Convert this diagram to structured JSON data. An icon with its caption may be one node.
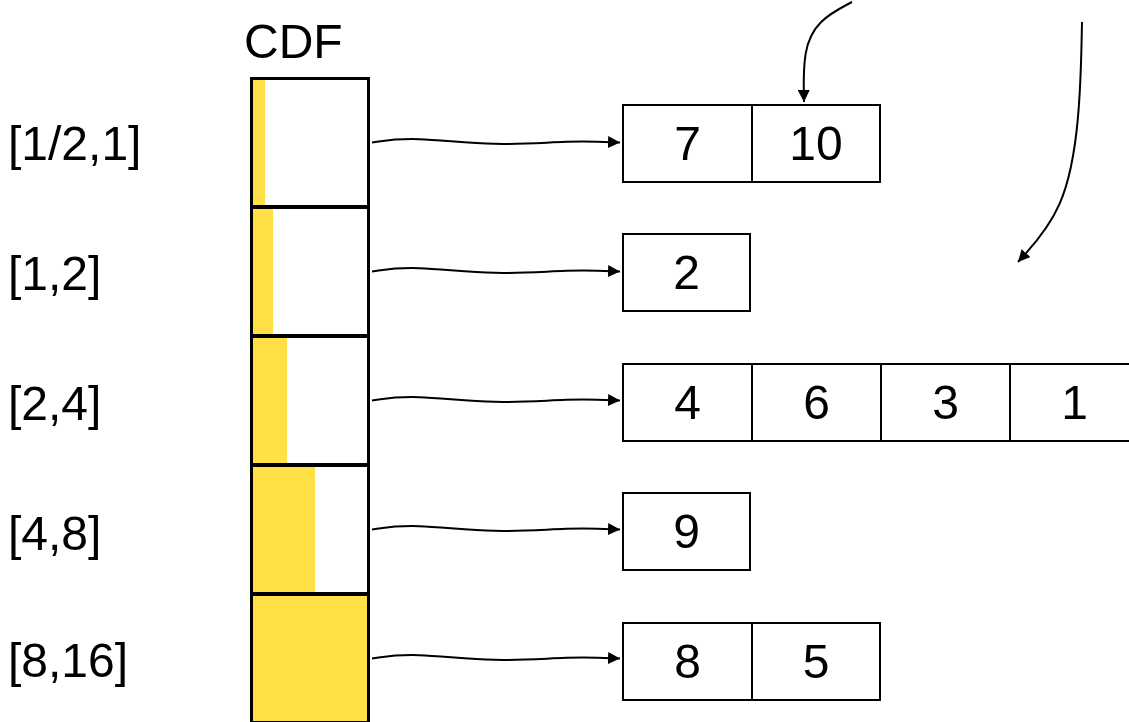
{
  "diagram": {
    "nodes": [
      {
        "text": [],
        "shape": "box"
      },
      {
        "text": [],
        "shape": "box"
      },
      {
        "text": [],
        "shape": "box"
      },
      {
        "text": [],
        "shape": "box"
      },
      {
        "text": [],
        "shape": "box"
      },
      {
        "text": [
          "7"
        ]
      },
      {
        "text": [
          "10"
        ]
      },
      {
        "text": [
          "2"
        ]
      },
      {
        "text": [
          "4"
        ]
      },
      {
        "text": [
          "6"
        ]
      },
      {
        "text": [
          "3"
        ]
      },
      {
        "text": [
          "1"
        ]
      },
      {
        "text": [
          "9"
        ]
      },
      {
        "text": [
          "8"
        ]
      },
      {
        "text": [
          "5"
        ]
      }
    ],
    "edges": [
      {
        "from": 0,
        "to": 5,
        "arrow": "to"
      },
      {
        "from": 1,
        "to": 7,
        "arrow": "to"
      },
      {
        "from": 2,
        "to": 8,
        "arrow": "to"
      },
      {
        "from": 3,
        "to": 12,
        "arrow": "to"
      },
      {
        "from": 4,
        "to": 13,
        "arrow": "to"
      },
      {
        "from": null,
        "to": 6,
        "arrow": "to"
      }
    ],
    "labels": [
      "CDF",
      "[1/2,1]",
      "[1,2]",
      "[2,4]",
      "[4,8]",
      "[8,16]"
    ]
  }
}
